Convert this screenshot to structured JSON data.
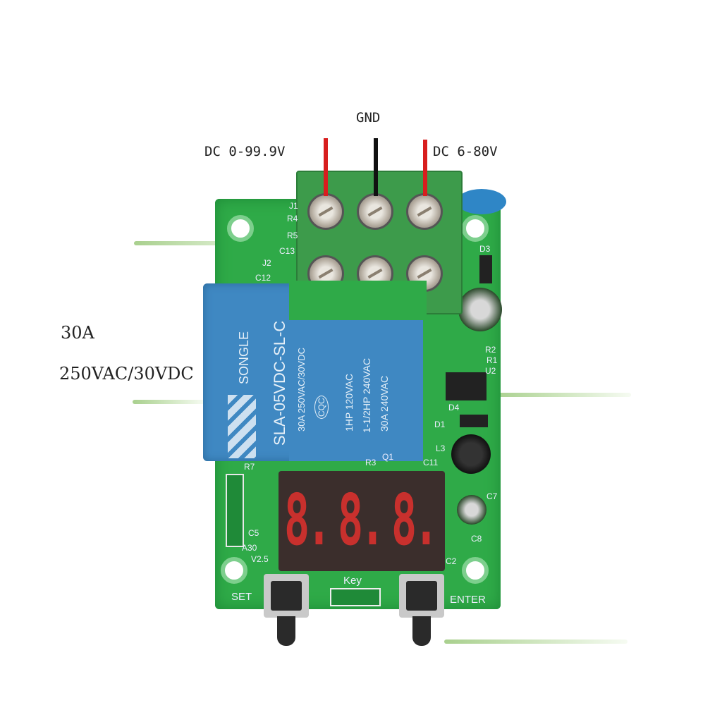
{
  "labels": {
    "gnd": "GND",
    "input_voltage": "DC 0-99.9V",
    "supply_voltage": "DC 6-80V",
    "relay_current": "30A",
    "relay_rating": "250VAC/30VDC"
  },
  "relay": {
    "brand": "SONGLE",
    "model": "SLA-05VDC-SL-C",
    "rating": "30A 250VAC/30VDC",
    "cert": "CQC",
    "line1": "1HP 120VAC",
    "line2": "1-1/2HP 240VAC",
    "line3": "30A 240VAC"
  },
  "display": {
    "digits": [
      "8.",
      "8.",
      "8."
    ]
  },
  "board": {
    "set_label": "SET",
    "key_label": "Key",
    "enter_label": "ENTER",
    "version": "A30",
    "revision": "V2.5",
    "silkscreen": [
      "J1",
      "R4",
      "R5",
      "C13",
      "J2",
      "C12",
      "D3",
      "R2",
      "R1",
      "U2",
      "D4",
      "D1",
      "L3",
      "C11",
      "Q1",
      "R3",
      "R7",
      "C5",
      "C7",
      "C8",
      "C2"
    ]
  },
  "colors": {
    "pcb": "#2faa48",
    "relay": "#3f88c2",
    "wire_red": "#d81e1e",
    "wire_black": "#111111",
    "digit": "#c8302d"
  }
}
